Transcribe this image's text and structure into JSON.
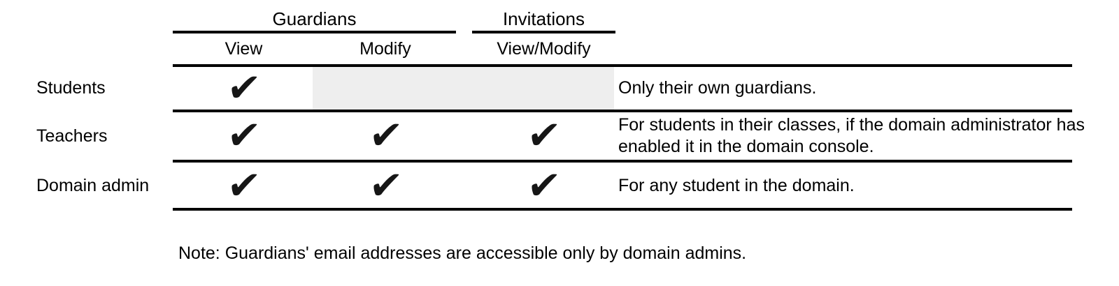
{
  "colors": {
    "background": "#ffffff",
    "text": "#000000",
    "rule": "#000000",
    "merged_cell_bg": "#eeeeee",
    "check": "#161616"
  },
  "table": {
    "column_groups": [
      {
        "label": "Guardians"
      },
      {
        "label": "Invitations"
      }
    ],
    "sub_headers": {
      "guardians_view": "View",
      "guardians_modify": "Modify",
      "invitations_view_modify": "View/Modify"
    },
    "rows": [
      {
        "label": "Students",
        "guardians_view": "✔",
        "guardians_modify": "",
        "invitations_view_modify": "",
        "note": "Only their own guardians."
      },
      {
        "label": "Teachers",
        "guardians_view": "✔",
        "guardians_modify": "✔",
        "invitations_view_modify": "✔",
        "note": "For students in their classes, if the domain administrator has enabled it in the domain console."
      },
      {
        "label": "Domain admin",
        "guardians_view": "✔",
        "guardians_modify": "✔",
        "invitations_view_modify": "✔",
        "note": "For any student in the domain."
      }
    ]
  },
  "footnote": "Note: Guardians' email addresses are accessible only by domain admins."
}
